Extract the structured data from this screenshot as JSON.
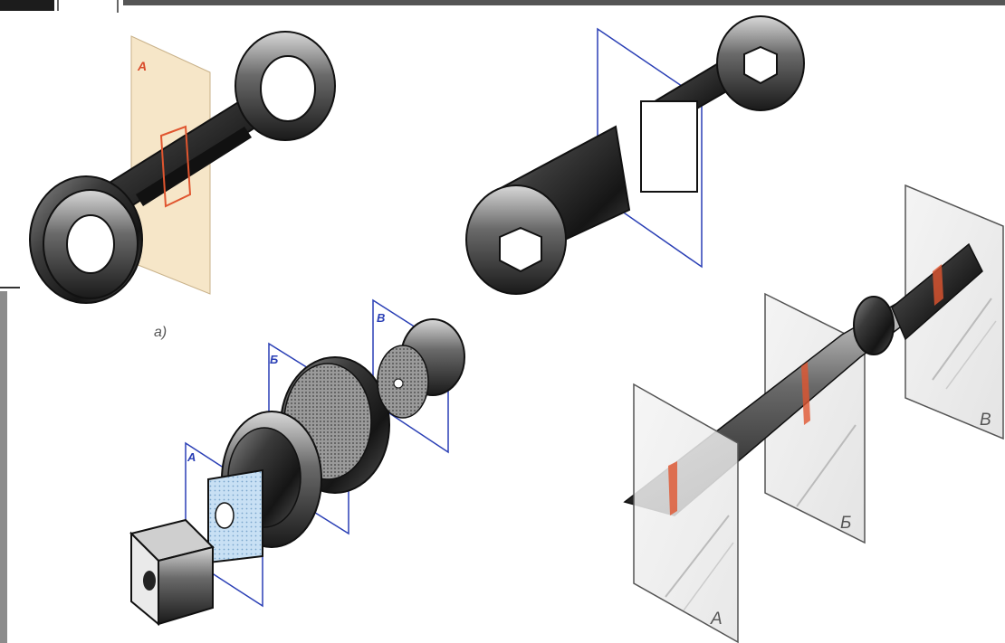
{
  "labels": {
    "fig_a_plane": "А",
    "fig_a_caption": "а)",
    "fig_c_plane_a": "А",
    "fig_c_plane_b": "Б",
    "fig_c_plane_v": "В",
    "fig_d_plane_a": "А",
    "fig_d_plane_b": "Б",
    "fig_d_plane_v": "В"
  },
  "colors": {
    "section_plane_blue": "#2a3fb5",
    "section_plane_tan": "#f6e6c8",
    "cut_line_red": "#e0552f",
    "metal_dark": "#2b2b2b",
    "hatch_blue": "#b9d6f0"
  }
}
